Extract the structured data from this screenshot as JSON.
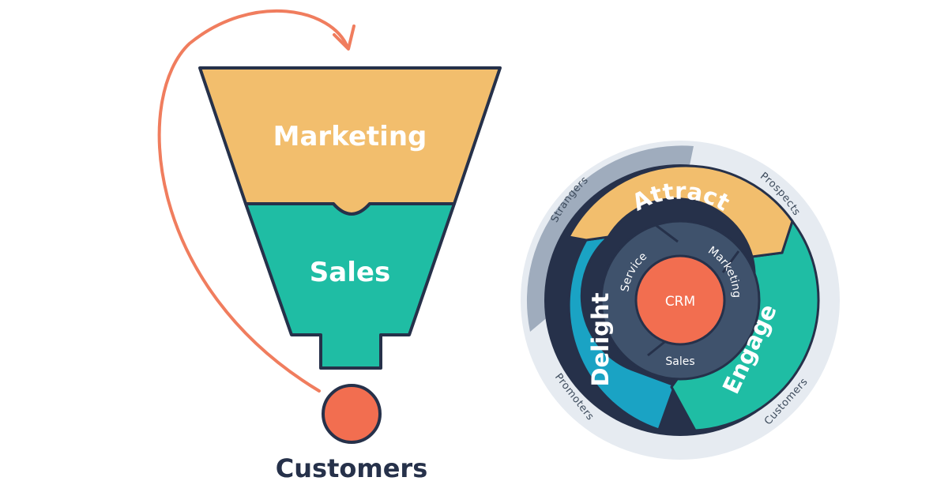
{
  "funnel": {
    "top_label": "Marketing",
    "middle_label": "Sales",
    "result_label": "Customers"
  },
  "flywheel": {
    "center_label": "CRM",
    "inner_segments": [
      "Service",
      "Marketing",
      "Sales"
    ],
    "flow_segments": [
      "Attract",
      "Engage",
      "Delight"
    ],
    "outer_labels": [
      "Strangers",
      "Prospects",
      "Customers",
      "Promoters"
    ]
  },
  "colors": {
    "marketing": "#f2be6d",
    "sales": "#1fbda4",
    "customer_dot": "#f26e50",
    "arrow": "#f07d5e",
    "outline": "#26314a",
    "attract": "#f2be6d",
    "engage": "#1fbda4",
    "delight": "#1aa3c4",
    "inner_ring": "#3f526c",
    "crm": "#f26e50",
    "outer_ring": "#e6ebf1",
    "outer_swoosh": "#9facbd"
  }
}
